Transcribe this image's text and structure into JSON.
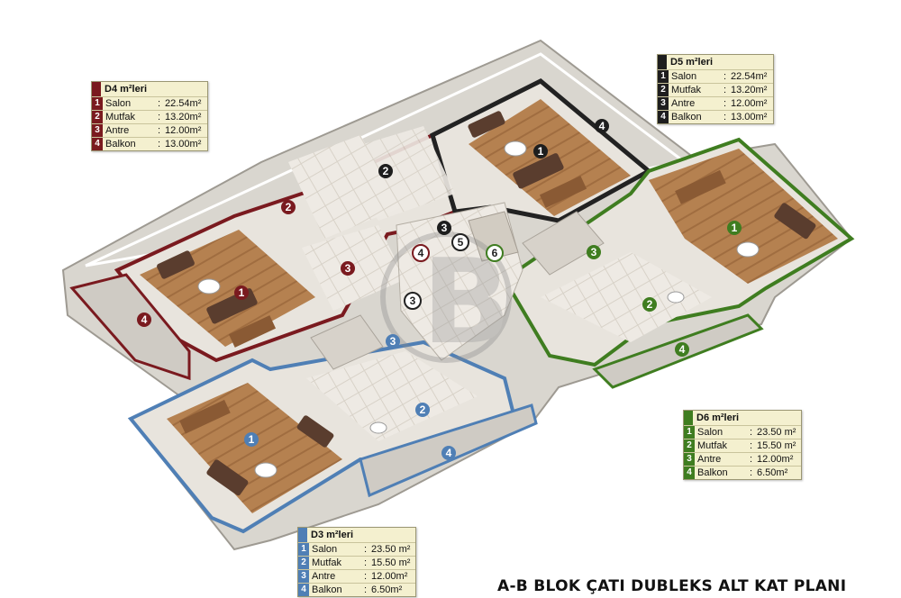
{
  "plan_title": "A-B BLOK ÇATI DUBLEKS ALT KAT PLANI",
  "colors": {
    "d4": "#7a1a1f",
    "d5": "#1e1e1e",
    "d6": "#3f7d20",
    "d3": "#4f7fb5",
    "floor_wood": "#b07a48",
    "wall": "#e6e3dc"
  },
  "legends": {
    "d4": {
      "title": "D4 m²leri",
      "rows": [
        {
          "n": "1",
          "name": "Salon",
          "value": "22.54m²"
        },
        {
          "n": "2",
          "name": "Mutfak",
          "value": "13.20m²"
        },
        {
          "n": "3",
          "name": "Antre",
          "value": "12.00m²"
        },
        {
          "n": "4",
          "name": "Balkon",
          "value": "13.00m²"
        }
      ]
    },
    "d5": {
      "title": "D5 m²leri",
      "rows": [
        {
          "n": "1",
          "name": "Salon",
          "value": "22.54m²"
        },
        {
          "n": "2",
          "name": "Mutfak",
          "value": "13.20m²"
        },
        {
          "n": "3",
          "name": "Antre",
          "value": "12.00m²"
        },
        {
          "n": "4",
          "name": "Balkon",
          "value": "13.00m²"
        }
      ]
    },
    "d6": {
      "title": "D6 m²leri",
      "rows": [
        {
          "n": "1",
          "name": "Salon",
          "value": "23.50 m²"
        },
        {
          "n": "2",
          "name": "Mutfak",
          "value": "15.50 m²"
        },
        {
          "n": "3",
          "name": "Antre",
          "value": "12.00m²"
        },
        {
          "n": "4",
          "name": "Balkon",
          "value": "6.50m²"
        }
      ]
    },
    "d3": {
      "title": "D3 m²leri",
      "rows": [
        {
          "n": "1",
          "name": "Salon",
          "value": "23.50 m²"
        },
        {
          "n": "2",
          "name": "Mutfak",
          "value": "15.50 m²"
        },
        {
          "n": "3",
          "name": "Antre",
          "value": "12.00m²"
        },
        {
          "n": "4",
          "name": "Balkon",
          "value": "6.50m²"
        }
      ]
    }
  },
  "markers": {
    "d4_1": "1",
    "d4_2": "2",
    "d4_3": "3",
    "d4_4": "4",
    "d5_1": "1",
    "d5_2": "2",
    "d5_3": "3",
    "d5_4": "4",
    "d6_1": "1",
    "d6_2": "2",
    "d6_3": "3",
    "d6_4": "4",
    "d3_1": "1",
    "d3_2": "2",
    "d3_3": "3",
    "d3_4": "4",
    "core_3": "3",
    "core_4": "4",
    "core_5": "5",
    "core_6": "6"
  },
  "watermark": "B"
}
